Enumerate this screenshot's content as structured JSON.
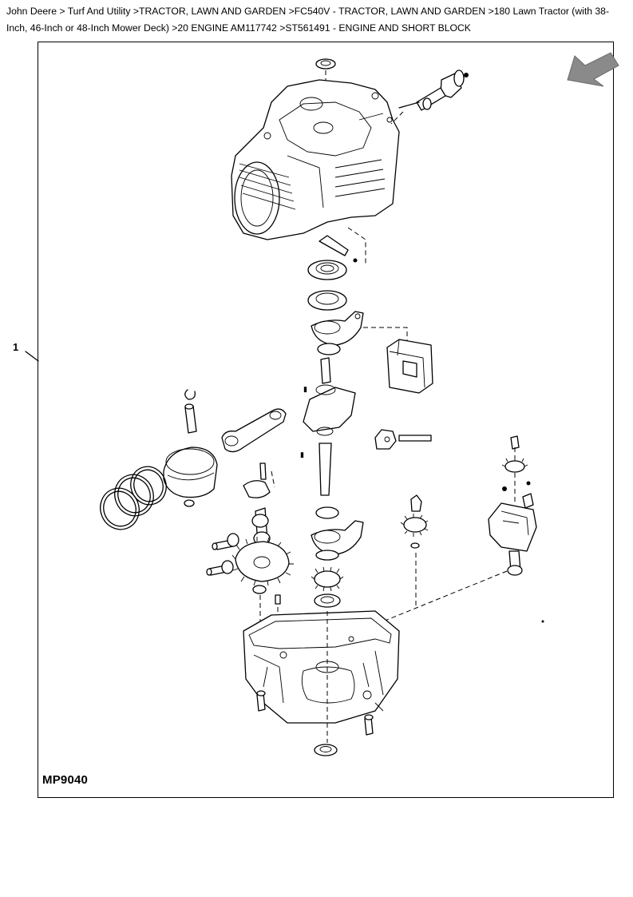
{
  "breadcrumb": {
    "items": [
      "John Deere",
      "Turf And Utility",
      "TRACTOR, LAWN AND GARDEN",
      "FC540V - TRACTOR, LAWN AND GARDEN",
      "180 Lawn Tractor (with 38-Inch, 46-Inch or 48-Inch Mower Deck)",
      "20 ENGINE AM117742",
      "ST561491 - ENGINE AND SHORT BLOCK"
    ],
    "separators": [
      " > ",
      " >",
      " >",
      " >",
      " >",
      " >"
    ]
  },
  "diagram": {
    "callout_label": "1",
    "figure_id": "MP9040",
    "arrow_color": "#8a8a8a"
  }
}
